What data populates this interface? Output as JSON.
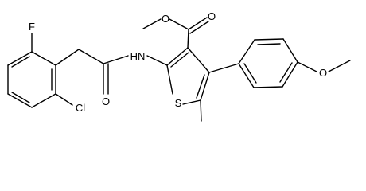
{
  "molecule": {
    "atom_labels": {
      "fluorine": "F",
      "chlorine": "Cl",
      "amide_nh": "HN",
      "amide_o": "O",
      "ring_s": "S",
      "ester_o_carbonyl": "O",
      "ester_o_methoxy": "O",
      "aryl_o_methoxy": "O"
    }
  }
}
